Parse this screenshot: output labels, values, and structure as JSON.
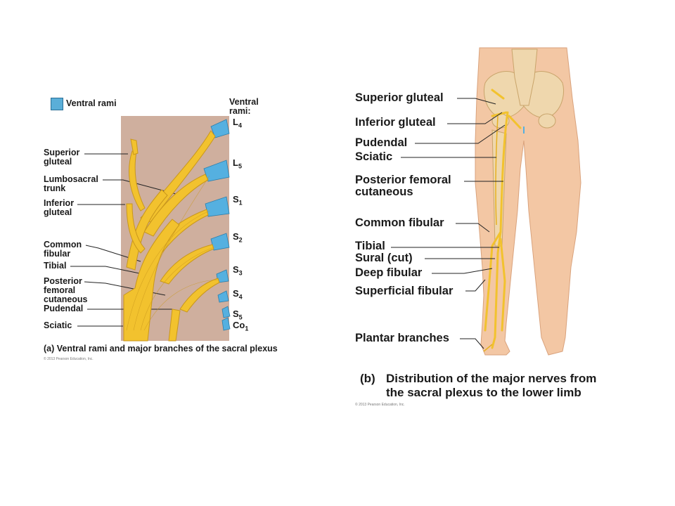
{
  "panel_a": {
    "legend_label": "Ventral rami",
    "header": "Ventral\nrami:",
    "segments": [
      {
        "main": "L",
        "sub": "4"
      },
      {
        "main": "L",
        "sub": "5"
      },
      {
        "main": "S",
        "sub": "1"
      },
      {
        "main": "S",
        "sub": "2"
      },
      {
        "main": "S",
        "sub": "3"
      },
      {
        "main": "S",
        "sub": "4"
      },
      {
        "main": "S",
        "sub": "5"
      },
      {
        "main": "Co",
        "sub": "1"
      }
    ],
    "labels": [
      "Superior\ngluteal",
      "Lumbosacral\ntrunk",
      "Inferior\ngluteal",
      "Common\nfibular",
      "Tibial",
      "Posterior\nfemoral\ncutaneous",
      "Pudendal",
      "Sciatic"
    ],
    "caption": "(a) Ventral rami and major branches of the sacral plexus",
    "copyright": "© 2013 Pearson Education, Inc."
  },
  "panel_b": {
    "labels": [
      "Superior gluteal",
      "Inferior gluteal",
      "Pudendal",
      "Sciatic",
      "Posterior femoral\ncutaneous",
      "Common fibular",
      "Tibial",
      "Sural (cut)",
      "Deep fibular",
      "Superficial fibular",
      "Plantar branches"
    ],
    "caption_tag": "(b)",
    "caption_line1": "Distribution of the major nerves from",
    "caption_line2": "the sacral plexus to the lower limb",
    "copyright": "© 2013 Pearson Education, Inc."
  },
  "colors": {
    "nerve": "#f2c22e",
    "nerve_outline": "#c9971c",
    "ramus": "#55b0e0",
    "panel_bg": "#cfaf9e",
    "skin": "#f3c7a4",
    "bone": "#efd7ad"
  }
}
